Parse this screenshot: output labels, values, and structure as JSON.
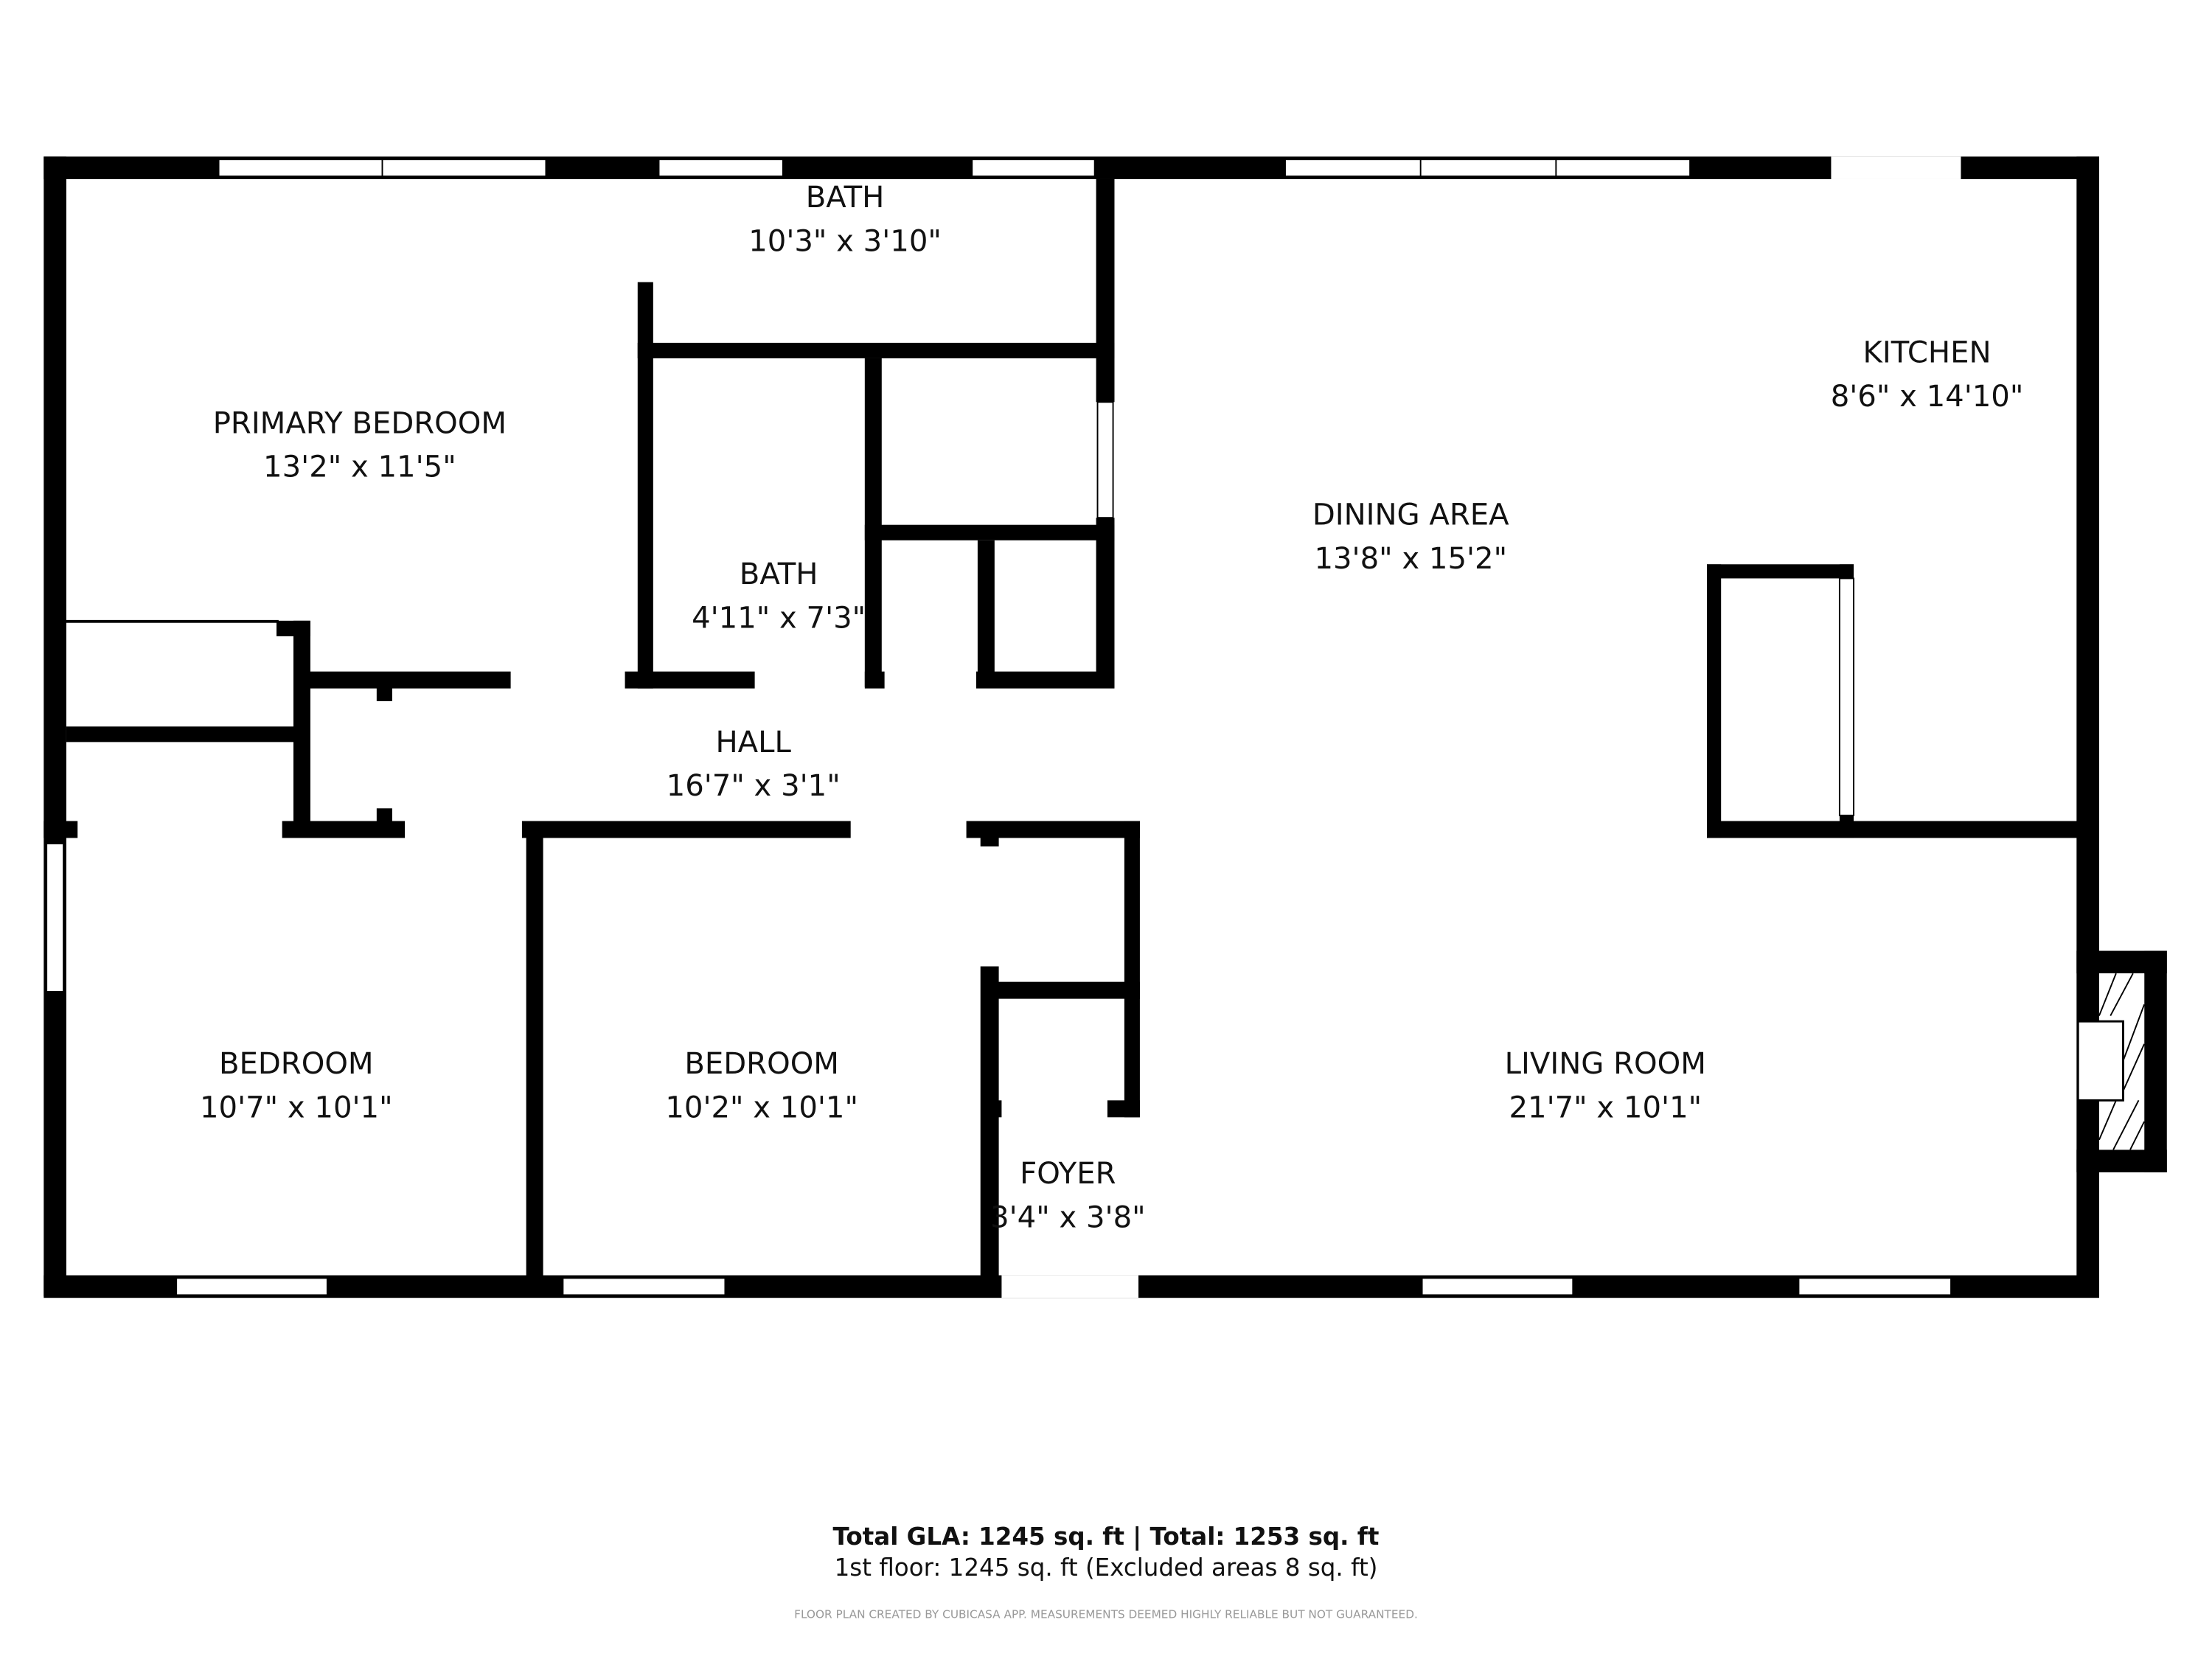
{
  "rooms": {
    "primary_bedroom": {
      "name": "PRIMARY BEDROOM",
      "size": "13'2\" x 11'5\""
    },
    "bath_top": {
      "name": "BATH",
      "size": "10'3\" x 3'10\""
    },
    "bath_mid": {
      "name": "BATH",
      "size": "4'11\" x 7'3\""
    },
    "dining": {
      "name": "DINING AREA",
      "size": "13'8\" x 15'2\""
    },
    "kitchen": {
      "name": "KITCHEN",
      "size": "8'6\" x 14'10\""
    },
    "hall": {
      "name": "HALL",
      "size": "16'7\" x 3'1\""
    },
    "bedroom_left": {
      "name": "BEDROOM",
      "size": "10'7\" x 10'1\""
    },
    "bedroom_mid": {
      "name": "BEDROOM",
      "size": "10'2\" x 10'1\""
    },
    "foyer": {
      "name": "FOYER",
      "size": "3'4\" x 3'8\""
    },
    "living": {
      "name": "LIVING ROOM",
      "size": "21'7\" x 10'1\""
    }
  },
  "summary": {
    "totals": "Total GLA: 1245 sq. ft | Total: 1253 sq. ft",
    "floor": "1st floor: 1245 sq. ft (Excluded areas 8 sq. ft)",
    "disclaimer": "FLOOR PLAN CREATED BY CUBICASA APP. MEASUREMENTS DEEMED HIGHLY RELIABLE BUT NOT GUARANTEED."
  }
}
